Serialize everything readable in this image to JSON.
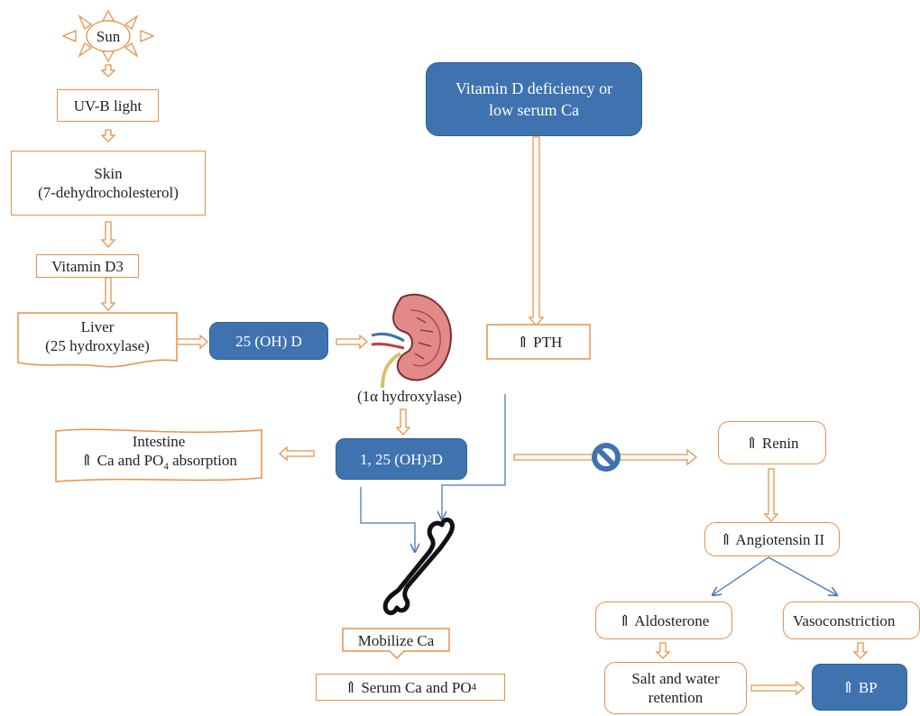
{
  "nodes": {
    "sun": "Sun",
    "uvb": "UV-B light",
    "skin": "Skin\n(7-dehydrocholesterol)",
    "vitd3": "Vitamin D3",
    "liver": "Liver\n(25 hydroxylase)",
    "ohd": "25 (OH) D",
    "deficiency": "Vitamin D deficiency or\nlow serum Ca",
    "pth": "⇑ PTH",
    "hydroxylase": "(1α hydroxylase)",
    "calcitriol_prefix": "1, 25 (OH)",
    "calcitriol_sub": "2",
    "calcitriol_suffix": " D",
    "intestine_title": "Intestine",
    "intestine_body_prefix": "⇑ Ca and PO",
    "intestine_body_sub": "4",
    "intestine_body_suffix": " absorption",
    "renin": "⇑ Renin",
    "angiotensin": "⇑ Angiotensin II",
    "aldosterone": "⇑ Aldosterone",
    "vasoconstriction": "Vasoconstriction",
    "mobilize": "Mobilize Ca",
    "serum_prefix": "⇑ Serum Ca and PO",
    "serum_sub": "4",
    "salt": "Salt and water\nretention",
    "bp": "⇑ BP"
  },
  "colors": {
    "orange": "#e8914a",
    "blue": "#3f73b0",
    "blue_line": "#4a78b8",
    "kidney": "#e28a8a"
  },
  "icons": [
    "sun-icon",
    "kidney-icon",
    "bone-icon",
    "prohibited-icon"
  ]
}
